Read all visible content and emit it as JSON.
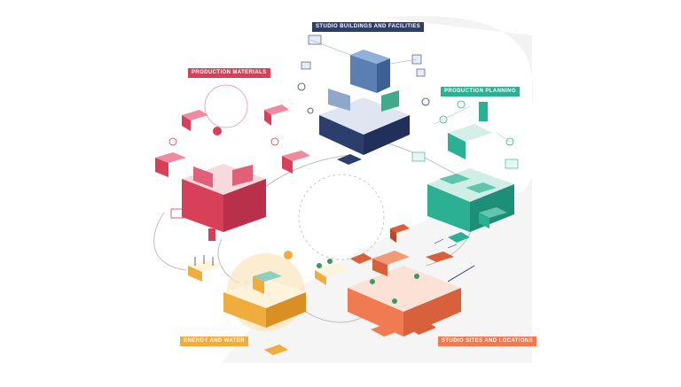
{
  "labels": {
    "studio_buildings": "STUDIO BUILDINGS AND FACILITIES",
    "production_materials": "PRODUCTION MATERIALS",
    "production_planning": "PRODUCTION PLANNING",
    "energy_water": "ENERGY AND WATER",
    "studio_sites": "STUDIO SITES AND LOCATIONS"
  },
  "colors": {
    "studio_buildings": "#2c3e6b",
    "production_materials": "#d8405a",
    "production_planning": "#2bb093",
    "energy_water": "#f0ac3c",
    "studio_sites": "#f07a52",
    "background_swoosh": "#f2f2f2",
    "connector": "#bdbdbd"
  }
}
